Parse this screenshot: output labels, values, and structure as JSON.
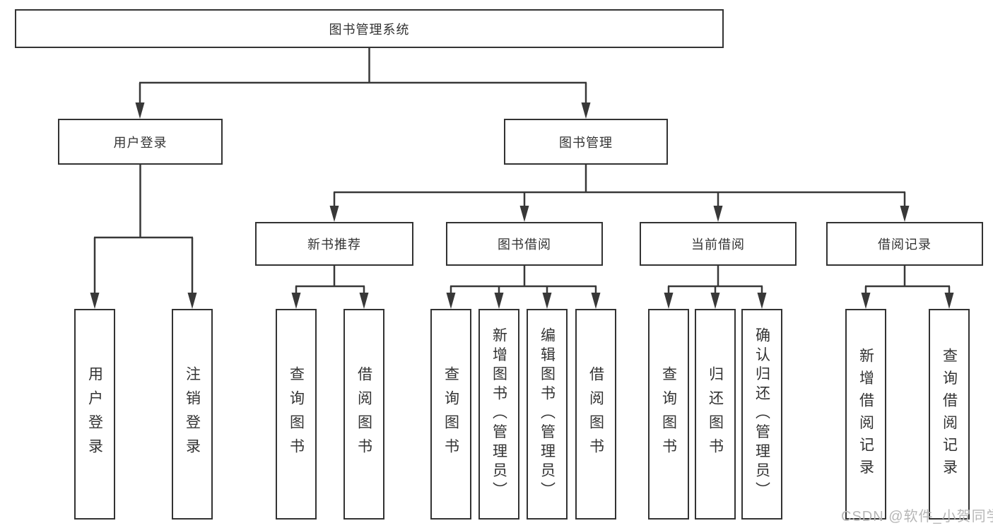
{
  "tree": {
    "label": "图书管理系统",
    "children": [
      {
        "label": "用户登录",
        "children": [
          {
            "label": "用户登录"
          },
          {
            "label": "注销登录"
          }
        ]
      },
      {
        "label": "图书管理",
        "children": [
          {
            "label": "新书推荐",
            "children": [
              {
                "label": "查询图书"
              },
              {
                "label": "借阅图书"
              }
            ]
          },
          {
            "label": "图书借阅",
            "children": [
              {
                "label": "查询图书"
              },
              {
                "label": "新增图书（管理员）"
              },
              {
                "label": "编辑图书（管理员）"
              },
              {
                "label": "借阅图书"
              }
            ]
          },
          {
            "label": "当前借阅",
            "children": [
              {
                "label": "查询图书"
              },
              {
                "label": "归还图书"
              },
              {
                "label": "确认归还（管理员）"
              }
            ]
          },
          {
            "label": "借阅记录",
            "children": [
              {
                "label": "新增借阅记录"
              },
              {
                "label": "查询借阅记录"
              }
            ]
          }
        ]
      }
    ]
  },
  "watermark": "CSDN @软件_小贺同学",
  "colors": {
    "border": "#333333",
    "line": "#383838",
    "text": "#333333",
    "watermark": "#b6b6b6",
    "background": "#ffffff"
  }
}
